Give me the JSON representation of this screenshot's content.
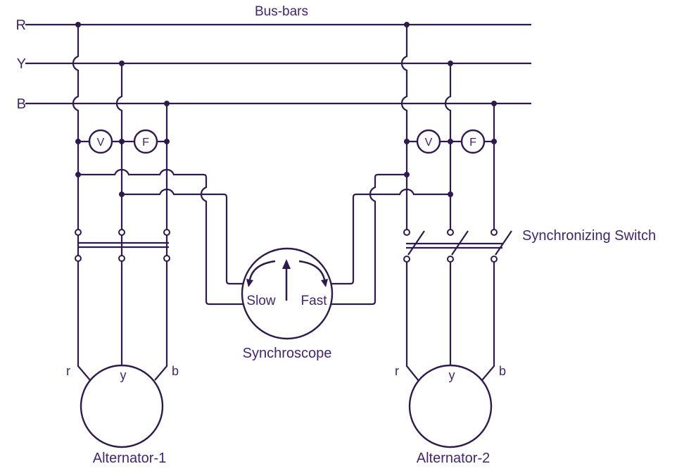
{
  "colors": {
    "line": "#2f1a4d",
    "text": "#432470",
    "background": "#ffffff"
  },
  "diagram": {
    "busbars": {
      "label": "Bus-bars",
      "phases": [
        "R",
        "Y",
        "B"
      ]
    },
    "meters": {
      "voltmeter": "V",
      "frequency": "F"
    },
    "synchroscope": {
      "label": "Synchroscope",
      "slow": "Slow",
      "fast": "Fast"
    },
    "switch": {
      "label": "Synchronizing Switch"
    },
    "alternators": [
      {
        "label": "Alternator-1",
        "terminals": {
          "r": "r",
          "y": "y",
          "b": "b"
        }
      },
      {
        "label": "Alternator-2",
        "terminals": {
          "r": "r",
          "y": "y",
          "b": "b"
        }
      }
    ]
  }
}
